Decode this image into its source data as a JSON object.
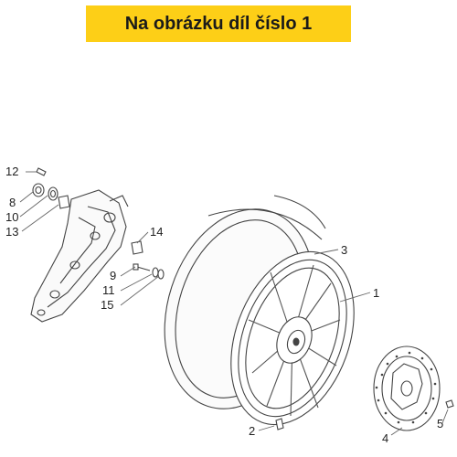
{
  "banner": {
    "text": "Na obrázku díl číslo 1",
    "background": "#fdcf17"
  },
  "callouts": [
    {
      "id": "1",
      "label": "1"
    },
    {
      "id": "2",
      "label": "2"
    },
    {
      "id": "3",
      "label": "3"
    },
    {
      "id": "4",
      "label": "4"
    },
    {
      "id": "5",
      "label": "5"
    },
    {
      "id": "8",
      "label": "8"
    },
    {
      "id": "9",
      "label": "9"
    },
    {
      "id": "10",
      "label": "10"
    },
    {
      "id": "11",
      "label": "11"
    },
    {
      "id": "12",
      "label": "12"
    },
    {
      "id": "13",
      "label": "13"
    },
    {
      "id": "14",
      "label": "14"
    },
    {
      "id": "15",
      "label": "15"
    }
  ]
}
